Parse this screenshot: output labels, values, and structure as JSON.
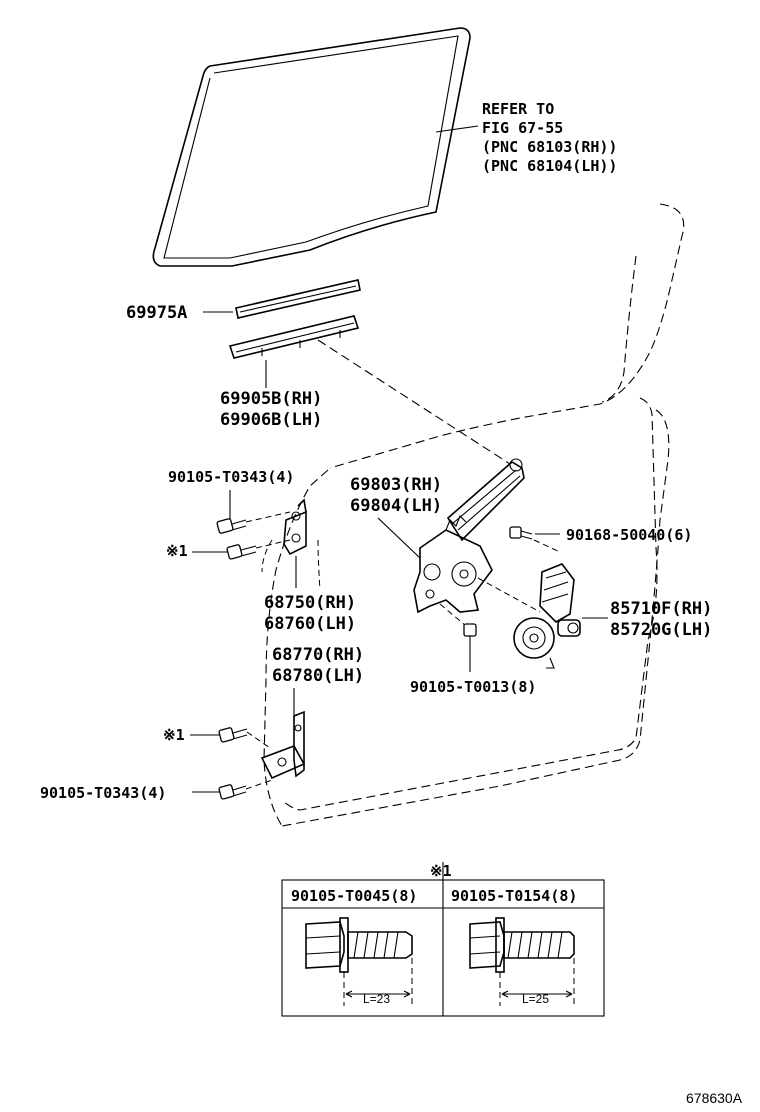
{
  "refer_note": {
    "line1": "REFER TO",
    "line2": "FIG 67-55",
    "line3": "(PNC 68103(RH))",
    "line4": "(PNC 68104(LH))"
  },
  "callouts": {
    "channel_part": "69975A",
    "run_rh": "69905B(RH)",
    "run_lh": "69906B(LH)",
    "bolt_top": "90105-T0343(4)",
    "note_mark_upper": "※1",
    "note_mark_lower": "※1",
    "regulator_rh": "69803(RH)",
    "regulator_lh": "69804(LH)",
    "screw": "90168-50040(6)",
    "motor_rh": "85710F(RH)",
    "motor_lh": "85720G(LH)",
    "upper_hinge_rh": "68750(RH)",
    "upper_hinge_lh": "68760(LH)",
    "lower_hinge_rh": "68770(RH)",
    "lower_hinge_lh": "68780(LH)",
    "bolt_regulator": "90105-T0013(8)",
    "bolt_bottom": "90105-T0343(4)"
  },
  "note_table": {
    "marker": "※1",
    "col1_part": "90105-T0045(8)",
    "col2_part": "90105-T0154(8)",
    "col1_length": "L=23",
    "col2_length": "L=25"
  },
  "figure_id": "678630A"
}
